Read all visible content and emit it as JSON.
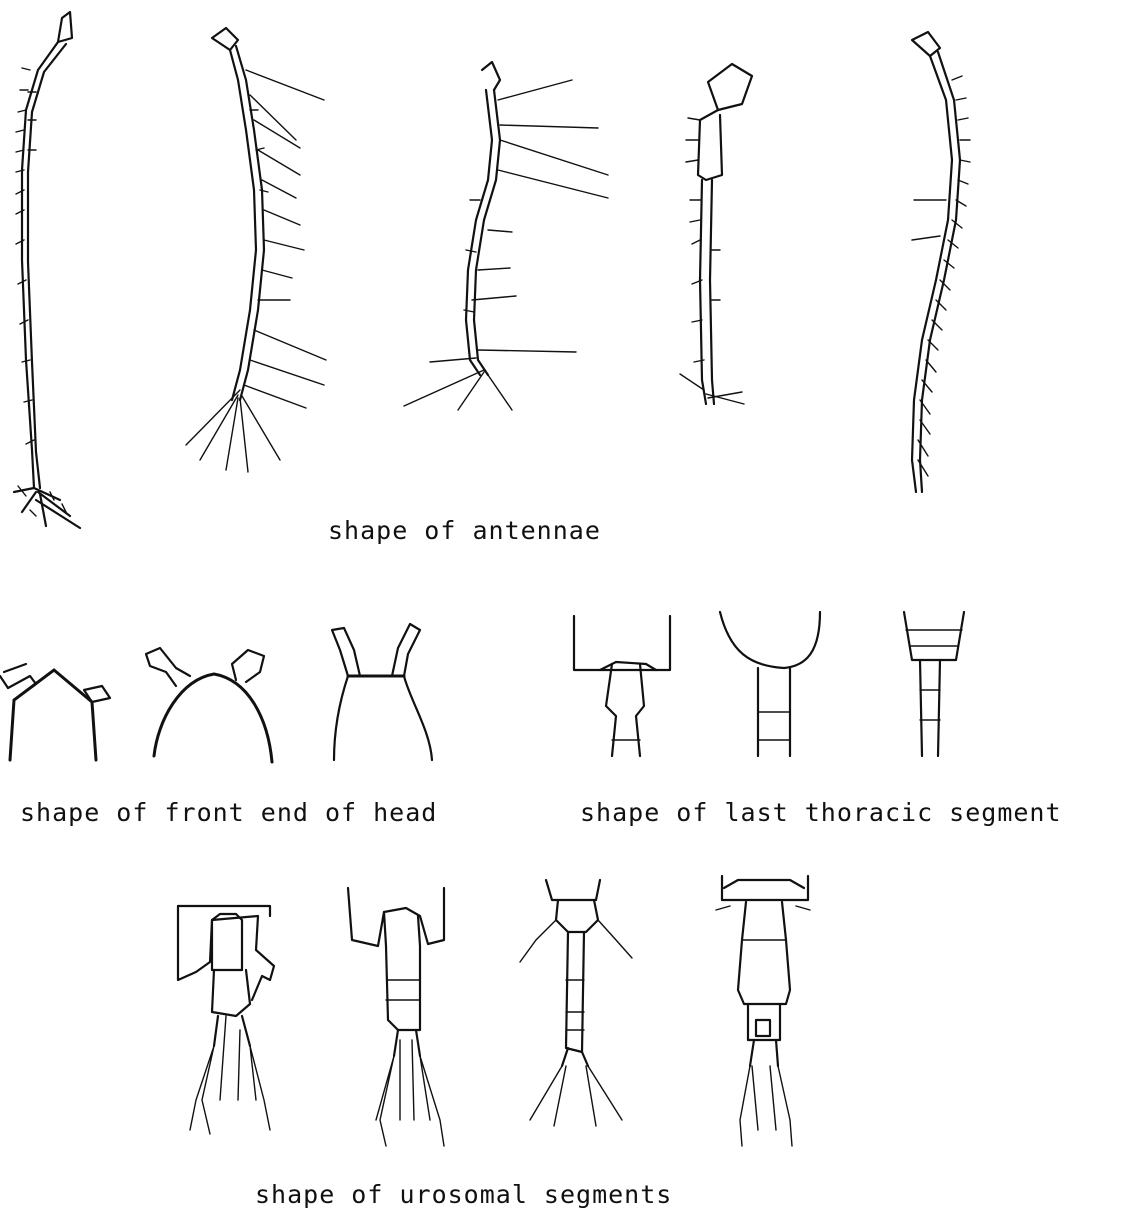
{
  "figure": {
    "captions": {
      "antennae": "shape of antennae",
      "head": "shape of front end of head",
      "thorax": "shape of last thoracic segment",
      "urosome": "shape of urosomal segments"
    }
  }
}
